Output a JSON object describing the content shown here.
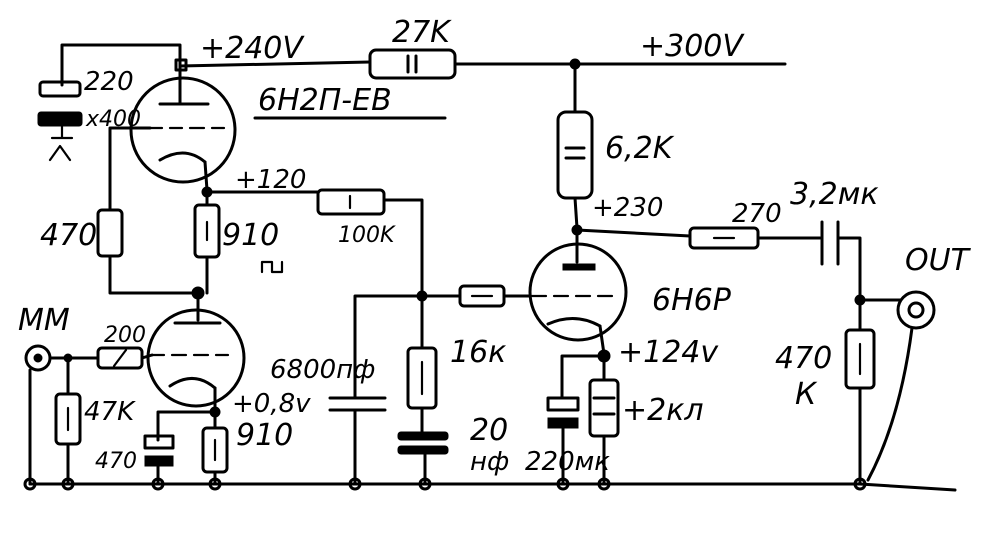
{
  "labels": {
    "b_plus_240": "+240V",
    "b_plus_300": "+300V",
    "r_27k": "27K",
    "r_220": "220",
    "x400": "x400",
    "tube_type": "6H2П-EB",
    "v_120": "+120",
    "r_470_left": "470",
    "r_910_top": "910",
    "r_100k": "100K",
    "r_6_2k": "6,2K",
    "v_230": "+230",
    "r_270": "270",
    "c_3_2": "3,2мк",
    "out": "OUT",
    "tube_6n6p": "6H6P",
    "mm": "MM",
    "r_200": "200",
    "c_6800": "6800пф",
    "r_16k": "16к",
    "v_124": "+124v",
    "r_470k_a": "470",
    "r_470k_b": "К",
    "r_47k": "47K",
    "v_0_8": "+0,8v",
    "r_910_bot": "910",
    "c_20": "20",
    "c_20_unit": "нф",
    "c_220": "220мк",
    "r_2k": "+2кл",
    "c_470": "470"
  }
}
